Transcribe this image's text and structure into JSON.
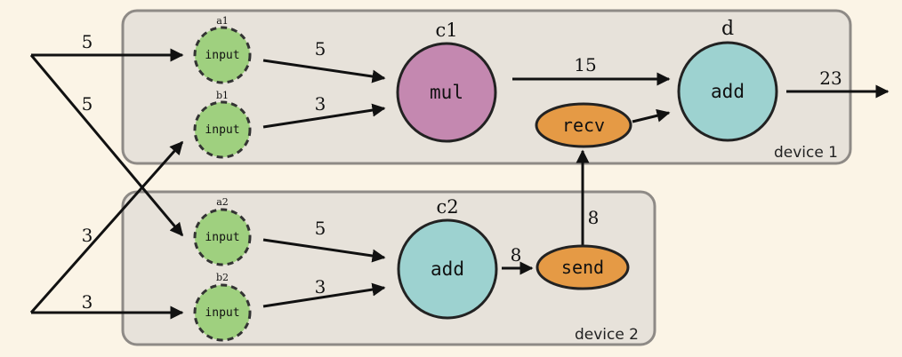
{
  "colors": {
    "background": "#fbf4e6",
    "device_fill": "#e7e2da",
    "device_stroke": "#8e8a86",
    "input_fill": "#9fd07f",
    "mul_fill": "#c488b0",
    "add_fill": "#9dd2d0",
    "send_recv_fill": "#e59a45",
    "edge": "#111111"
  },
  "devices": [
    {
      "id": "device1",
      "label": "device 1"
    },
    {
      "id": "device2",
      "label": "device 2"
    }
  ],
  "nodes": {
    "a1": {
      "name": "a1",
      "op": "input"
    },
    "b1": {
      "name": "b1",
      "op": "input"
    },
    "a2": {
      "name": "a2",
      "op": "input"
    },
    "b2": {
      "name": "b2",
      "op": "input"
    },
    "c1": {
      "name": "c1",
      "op": "mul"
    },
    "c2": {
      "name": "c2",
      "op": "add"
    },
    "d": {
      "name": "d",
      "op": "add"
    },
    "send": {
      "op": "send"
    },
    "recv": {
      "op": "recv"
    }
  },
  "edge_labels": {
    "in_a_top": "5",
    "in_a_bottom": "5",
    "in_b_top": "3",
    "in_b_bottom": "3",
    "a1_c1": "5",
    "b1_c1": "3",
    "a2_c2": "5",
    "b2_c2": "3",
    "c1_d": "15",
    "c2_send": "8",
    "send_recv": "8",
    "d_out": "23"
  }
}
